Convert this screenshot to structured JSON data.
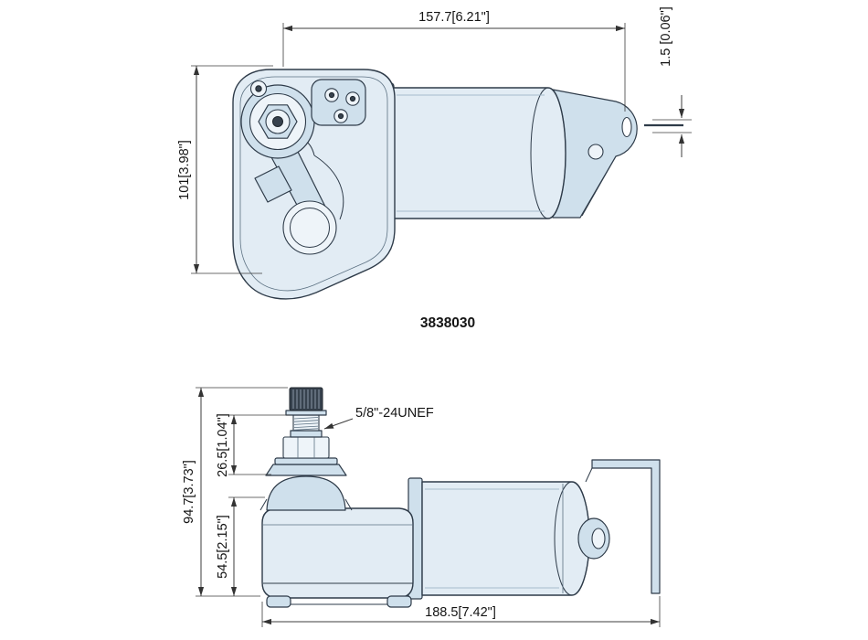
{
  "drawing": {
    "part_number": "3838030",
    "top_view": {
      "dim_width": "157.7[6.21\"]",
      "dim_offset": "1.5 [0.06\"]",
      "dim_height": "101[3.98\"]"
    },
    "side_view": {
      "thread_label": "5/8\"-24UNEF",
      "dim_overall_height": "94.7[3.73\"]",
      "dim_shaft_height": "26.5[1.04\"]",
      "dim_lower_height": "54.5[2.15\"]",
      "dim_overall_length": "188.5[7.42\"]"
    },
    "colors": {
      "outline": "#2e3b49",
      "fill_light": "#e2ecf4",
      "fill_mid": "#cfe0ec",
      "dimension": "#3c3c3c",
      "background": "#ffffff"
    }
  }
}
